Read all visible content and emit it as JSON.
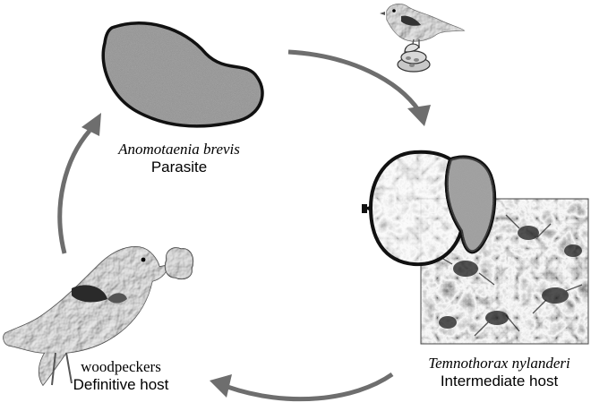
{
  "stages": {
    "parasite": {
      "scientific_name": "Anomotaenia brevis",
      "role": "Parasite"
    },
    "intermediate_host": {
      "scientific_name": "Temnothorax nylanderi",
      "role": "Intermediate host"
    },
    "definitive_host": {
      "common_name": "woodpeckers",
      "role": "Definitive host"
    }
  },
  "colors": {
    "arrow": "#6e6e6e",
    "outline": "#111111",
    "speckle_fill": "#8a8a8a"
  },
  "icons": {
    "parasite": "tapeworm-blob-icon",
    "small_bird": "small-bird-icon",
    "dropping": "bird-dropping-icon",
    "ant_photo": "ant-colony-photo",
    "ant_gaster": "ant-gaster-icon",
    "woodpecker": "woodpecker-icon"
  }
}
